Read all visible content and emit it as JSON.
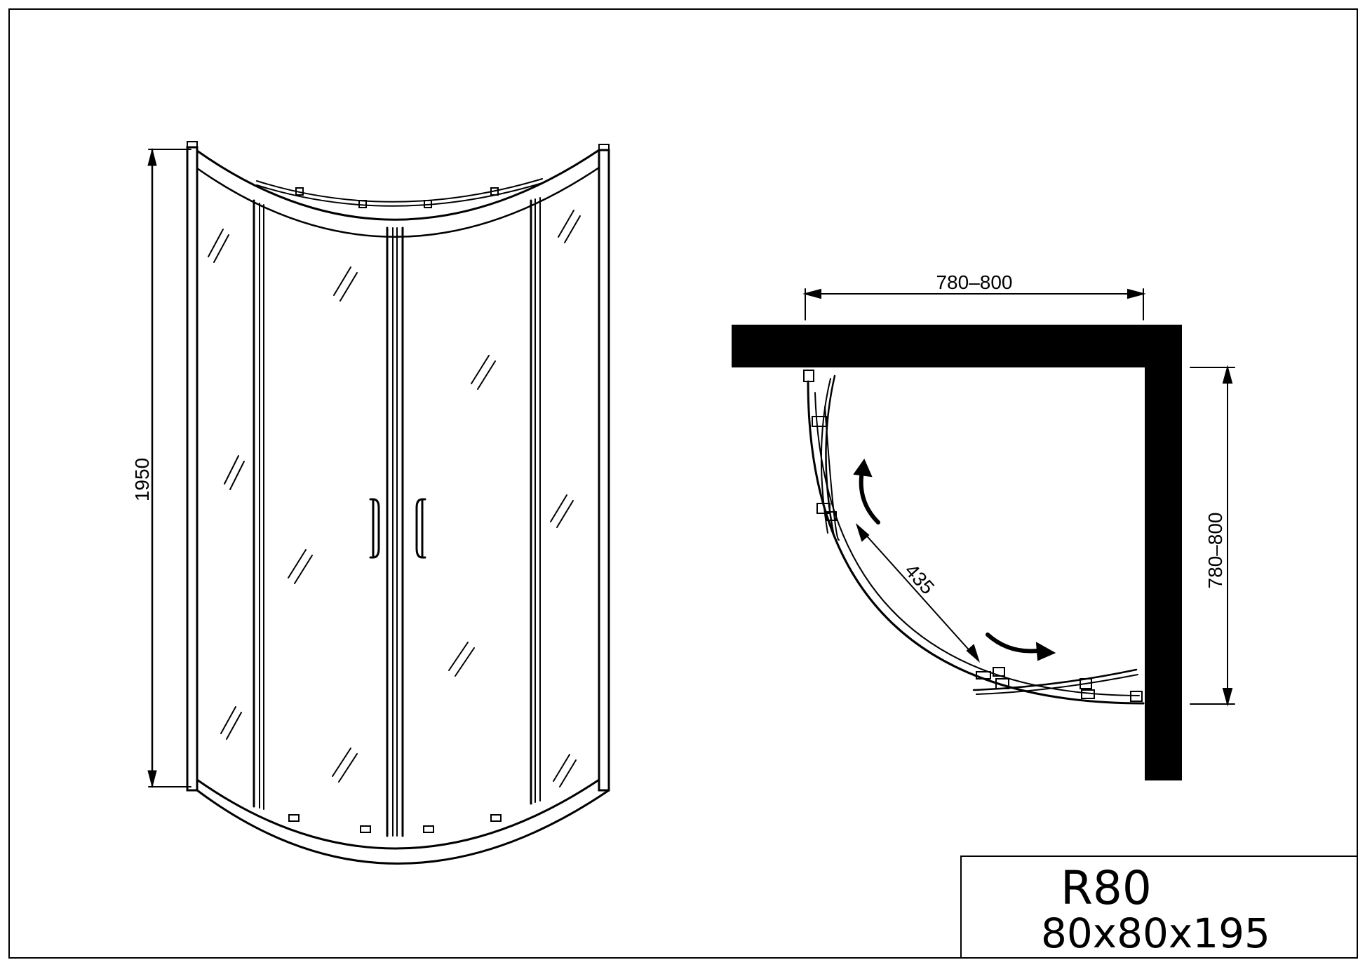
{
  "front_view": {
    "height_label": "1950"
  },
  "plan_view": {
    "width_label": "780–800",
    "depth_label": "780–800",
    "door_opening_label": "435"
  },
  "title_block": {
    "model": "R80",
    "size": "80x80x195"
  }
}
